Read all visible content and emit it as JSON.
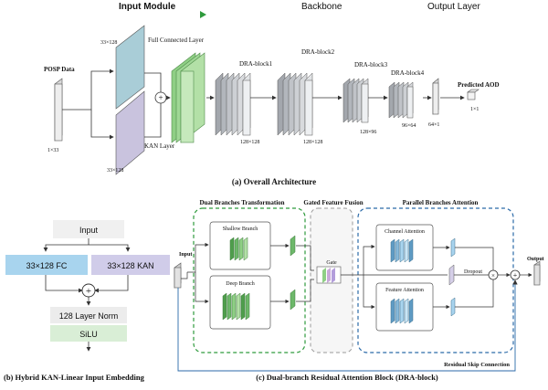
{
  "header": {
    "input_module": "Input Module",
    "backbone": "Backbone",
    "output_layer": "Output Layer"
  },
  "panel_a": {
    "posp_data": "POSP Data",
    "posp_dim": "1×33",
    "fc_layer": "Full Connected Layer",
    "fc_dim": "33×128",
    "kan_layer": "KAN Layer",
    "kan_dim": "33×128",
    "blocks": [
      {
        "name": "DRA-block1",
        "dim": "128×128"
      },
      {
        "name": "DRA-block2",
        "dim": "128×128"
      },
      {
        "name": "DRA-block3",
        "dim": "128×96"
      },
      {
        "name": "DRA-block4",
        "dim": "96×64"
      }
    ],
    "out_dim": "64×1",
    "predicted": "Predicted AOD",
    "pred_dim": "1×1",
    "caption": "(a) Overall Architecture"
  },
  "panel_b": {
    "input": "Input",
    "fc": "33×128 FC",
    "kan": "33×128 KAN",
    "norm": "128 Layer Norm",
    "act": "SiLU",
    "caption": "(b) Hybrid KAN-Linear Input Embedding"
  },
  "panel_c": {
    "dual_title": "Dual Branches Transformation",
    "gated_title": "Gated Feature Fusion",
    "parallel_title": "Parallel Branches Attention",
    "input": "Input",
    "output": "Output",
    "shallow": "Shallow Branch",
    "deep": "Deep Branch",
    "gate": "Gate",
    "channel_att": "Channel Attention",
    "feature_att": "Feature Attention",
    "dropout": "Dropout",
    "skip": "Residual Skip Connection",
    "caption": "(c) Dual-branch Residual Attention Block (DRA-block)"
  },
  "colors": {
    "input_arrow": "#2e9a3c",
    "backbone_arrow": "#b8d8ea",
    "fc_fill": "#a9cdd7",
    "kan_fill": "#c9c3de",
    "green_block": "#6db86a",
    "gray_block": "#b9bcc2",
    "dash_green": "#2e9a3c",
    "dash_blue": "#2b6aa8",
    "fc_box": "#a8d4ee",
    "kan_box": "#d0cce9",
    "norm_box": "#ececec",
    "silu_box": "#d9eed6"
  }
}
